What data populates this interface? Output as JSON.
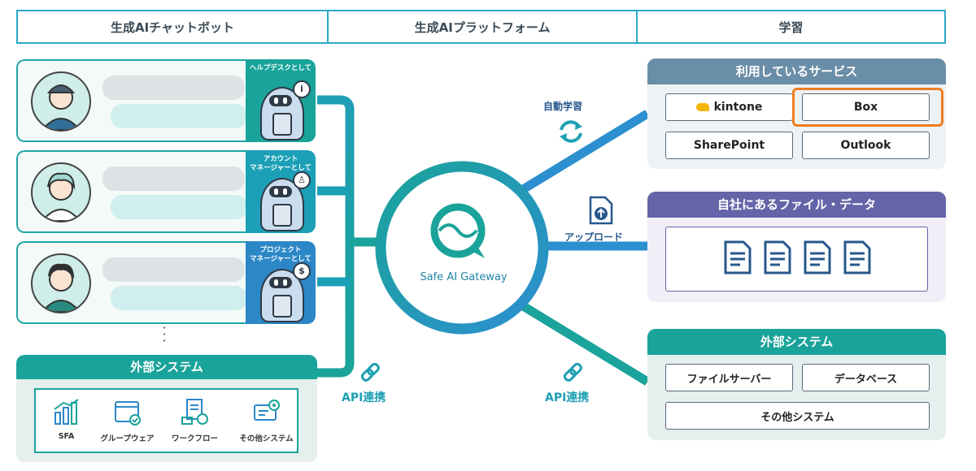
{
  "header": {
    "left": "生成AIチャットボット",
    "middle": "生成AIプラットフォーム",
    "right": "学習"
  },
  "bots": [
    {
      "role_line1": "ヘルプデスクとして",
      "role_line2": "",
      "badge": "i",
      "color": "#19a39a"
    },
    {
      "role_line1": "アカウント",
      "role_line2": "マネージャーとして",
      "badge": "♙",
      "color": "#1ca0b8"
    },
    {
      "role_line1": "プロジェクト",
      "role_line2": "マネージャーとして",
      "badge": "$",
      "color": "#2c87c7"
    }
  ],
  "left_external": {
    "title": "外部システム",
    "items": [
      {
        "label": "SFA",
        "icon": "bar-chart-icon"
      },
      {
        "label": "グループウェア",
        "icon": "calendar-icon"
      },
      {
        "label": "ワークフロー",
        "icon": "workflow-document-icon"
      },
      {
        "label": "その他システム",
        "icon": "system-settings-icon"
      }
    ]
  },
  "center": {
    "name": "Safe AI Gateway",
    "logo_icon": "safe-ai-gateway-logo-icon"
  },
  "connections": {
    "learn_label": "自動学習",
    "upload_label": "アップロード",
    "api_left": "API連携",
    "api_right": "API連携"
  },
  "services_panel": {
    "title": "利用しているサービス",
    "items": [
      "kintone",
      "Box",
      "SharePoint",
      "Outlook"
    ],
    "highlighted": "Box"
  },
  "files_panel": {
    "title": "自社にあるファイル・データ",
    "document_count": 4
  },
  "right_external": {
    "title": "外部システム",
    "items": [
      "ファイルサーバー",
      "データベース",
      "その他システム"
    ]
  },
  "colors": {
    "teal": "#1aa39a",
    "blue": "#2c87c7",
    "services_header": "#6b8ea8",
    "files_header": "#6464a8",
    "external_header": "#1aa39a",
    "highlight": "#ef7d22"
  }
}
